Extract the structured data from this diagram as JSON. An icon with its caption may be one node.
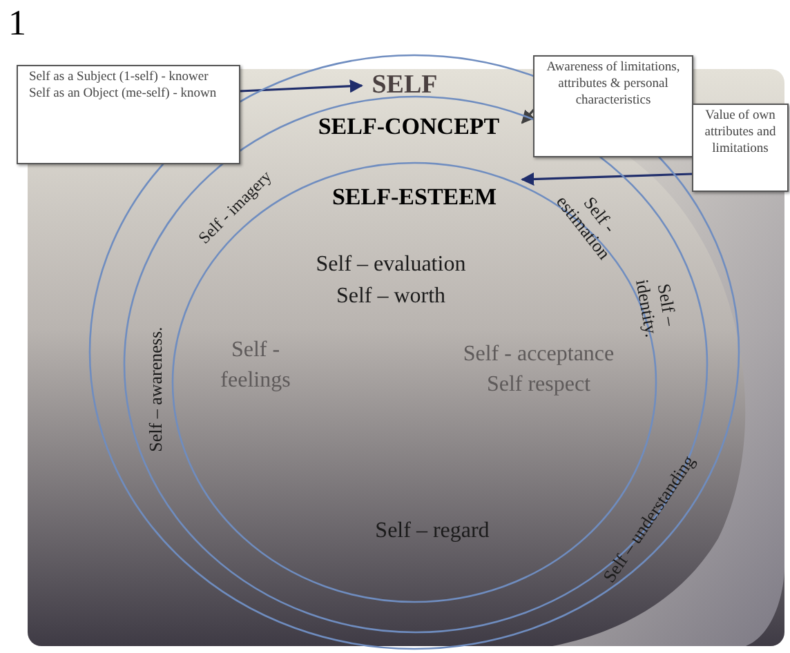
{
  "diagram": {
    "nodes": [
      {
        "text": [
          "SELF"
        ]
      },
      {
        "text": [
          "SELF-CONCEPT"
        ],
        "in": 0
      },
      {
        "text": [
          "SELF-ESTEEM",
          "Self – evaluation",
          "Self – worth",
          "Self - feelings",
          "Self - acceptance Self respect",
          "Self – regard"
        ],
        "in": 1
      },
      {
        "text": [
          "Self as a Subject (1-self) - knower",
          "Self as an Object (me-self) - known"
        ]
      },
      {
        "text": [
          "Awareness of limitations, attributes & personal characteristics"
        ]
      },
      {
        "text": [
          "Value of own attributes and limitations"
        ]
      }
    ],
    "edges": [
      {
        "from": 3,
        "to": 0,
        "arrow": "to"
      },
      {
        "from": 4,
        "to": 1,
        "arrow": "to",
        "color": "#404040"
      },
      {
        "from": 5,
        "to": 2,
        "arrow": "to"
      }
    ],
    "labels": [
      "1",
      "Self - imagery",
      "Self - estimation",
      "Self – identity.",
      "Self – awareness.",
      "Self – understanding"
    ]
  }
}
